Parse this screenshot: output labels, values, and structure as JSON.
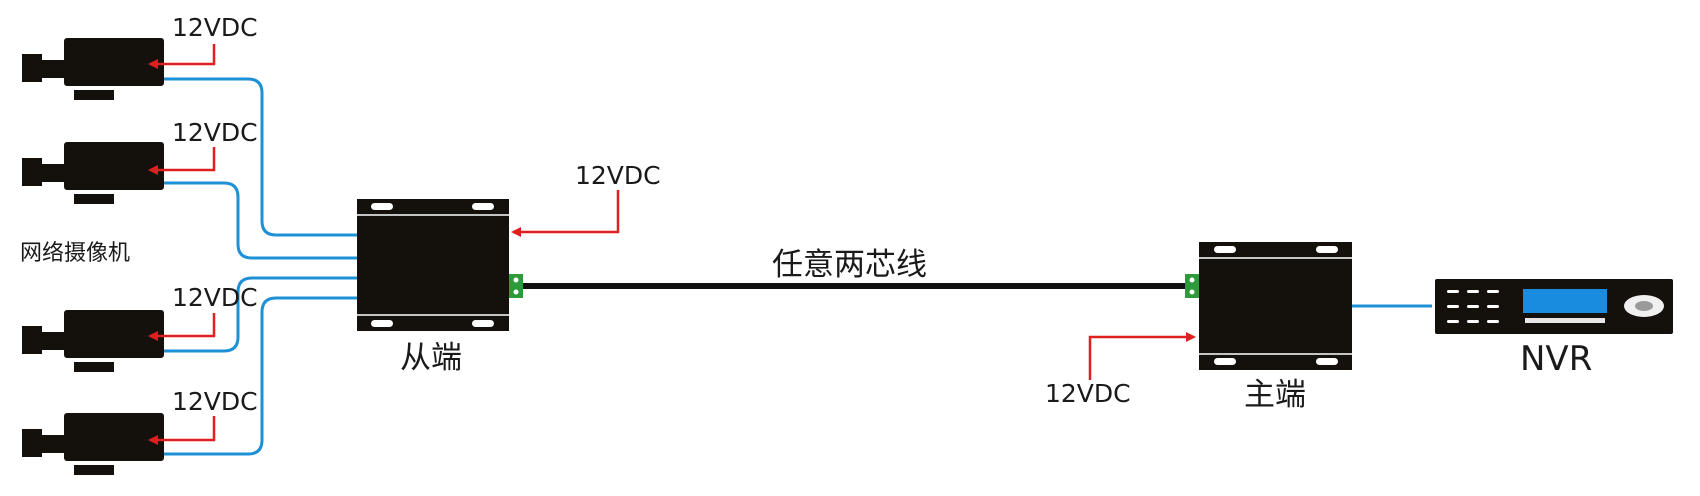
{
  "labels": {
    "power": "12VDC",
    "cameras": "网络摄像机",
    "slave": "从端",
    "master": "主端",
    "cable": "任意两芯线",
    "nvr": "NVR"
  },
  "colors": {
    "coax": "#1e90d6",
    "power_arrow": "#e02020",
    "device": "#14100c",
    "cable": "#111111",
    "terminal": "#2f9a3a",
    "nvr_screen": "#1a8ce0"
  },
  "icons": {
    "camera": "camera-icon",
    "slave_unit": "slave-unit-icon",
    "master_unit": "master-unit-icon",
    "nvr": "nvr-icon",
    "terminal": "terminal-block-icon"
  }
}
